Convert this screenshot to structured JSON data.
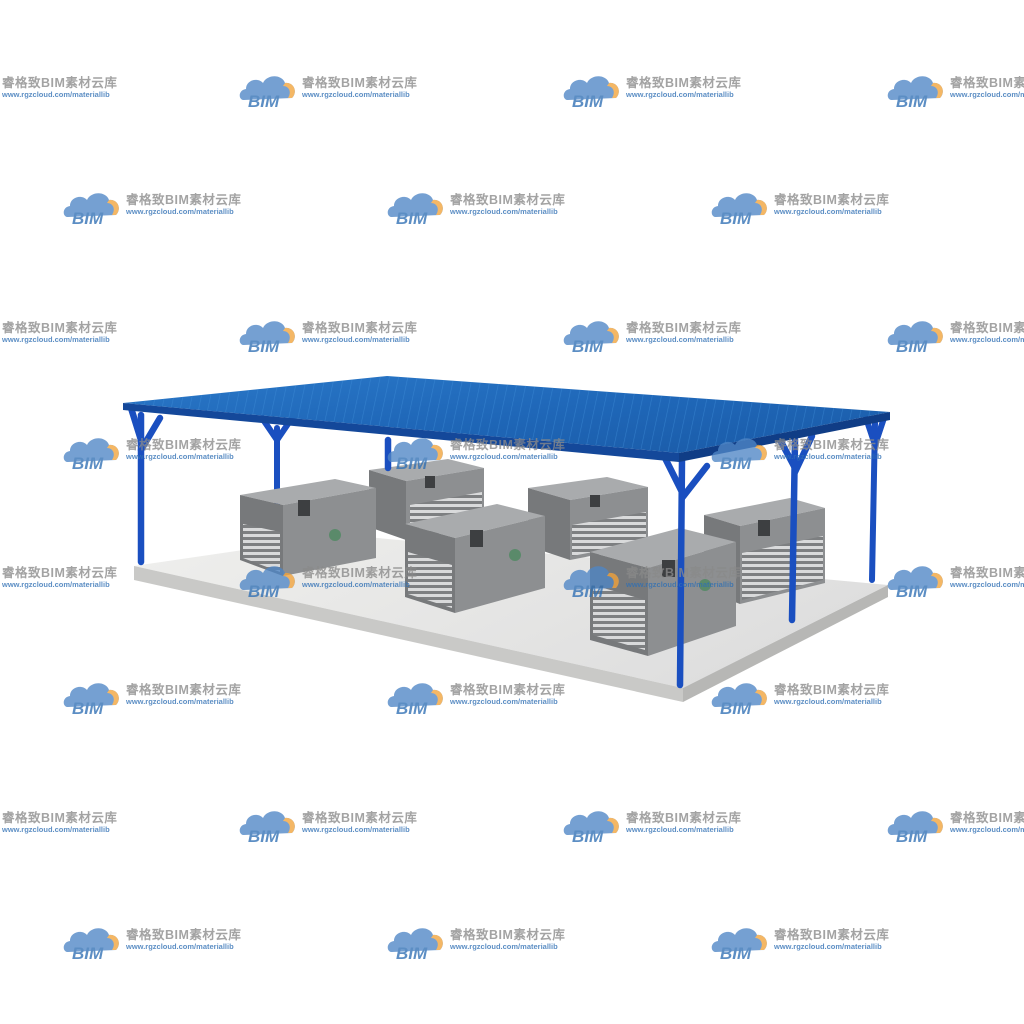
{
  "watermark": {
    "brand_title": "睿格致BIM素材云库",
    "brand_url": "www.rgzcloud.com/materiallib",
    "logo_text": "BIM"
  },
  "scene": {
    "subject": "compressor-shed",
    "roof_color": "#1f63b8",
    "column_color": "#1a4fc0",
    "slab_color": "#e8e8e6",
    "unit_body_color": "#8d8f91",
    "unit_count": 6
  }
}
